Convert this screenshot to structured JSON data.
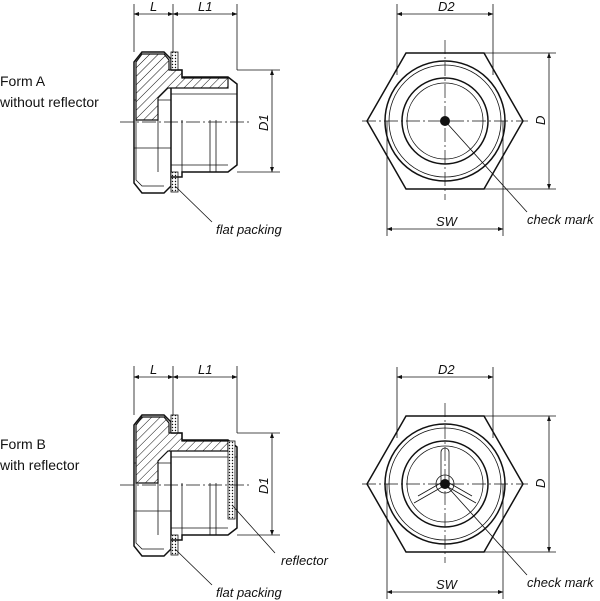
{
  "form_a": {
    "title": "Form A",
    "subtitle": "without reflector",
    "dim_l": "L",
    "dim_l1": "L1",
    "dim_d1": "D1",
    "dim_d2": "D2",
    "dim_d": "D",
    "dim_sw": "SW",
    "note_packing": "flat packing",
    "note_check": "check mark"
  },
  "form_b": {
    "title": "Form B",
    "subtitle": "with reflector",
    "dim_l": "L",
    "dim_l1": "L1",
    "dim_d1": "D1",
    "dim_d2": "D2",
    "dim_d": "D",
    "dim_sw": "SW",
    "note_reflector": "reflector",
    "note_packing": "flat packing",
    "note_check": "check mark"
  }
}
